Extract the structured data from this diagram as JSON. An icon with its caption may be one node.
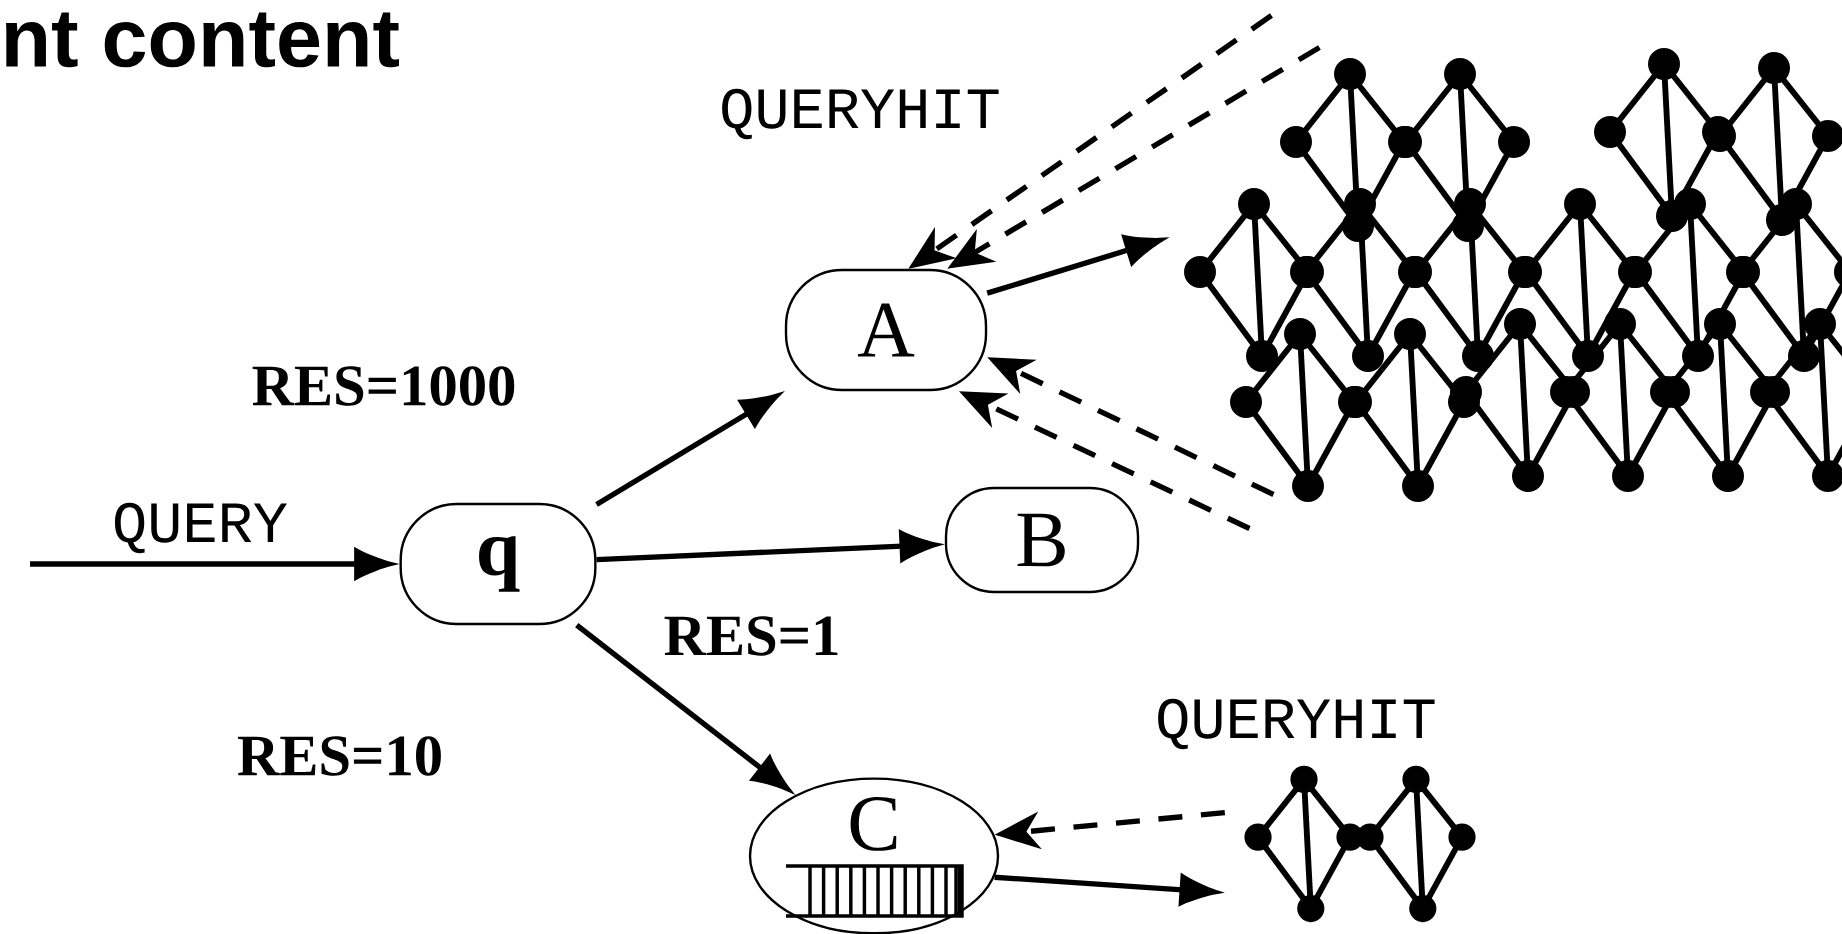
{
  "diagram": {
    "title": "nt content",
    "nodes": [
      {
        "text": [
          "q"
        ]
      },
      {
        "text": [
          "A"
        ]
      },
      {
        "text": [
          "B"
        ]
      },
      {
        "text": [
          "C"
        ]
      },
      {
        "text": [],
        "shape": "network"
      },
      {
        "text": [],
        "shape": "network"
      }
    ],
    "edges": [
      {
        "from": null,
        "to": 0,
        "arrow": "to",
        "label": "QUERY"
      },
      {
        "from": 0,
        "to": 1,
        "arrow": "to",
        "label": "RES=1000"
      },
      {
        "from": 0,
        "to": 2,
        "arrow": "to",
        "label": "RES=1"
      },
      {
        "from": 0,
        "to": 3,
        "arrow": "to",
        "label": "RES=10"
      },
      {
        "from": 1,
        "to": 4,
        "arrow": "to"
      },
      {
        "from": 4,
        "to": 1,
        "arrow": "to",
        "style": "dashed",
        "label": "QUERYHIT"
      },
      {
        "from": 4,
        "to": 1,
        "arrow": "to",
        "style": "dashed"
      },
      {
        "from": 4,
        "to": 1,
        "arrow": "to",
        "style": "dashed"
      },
      {
        "from": 4,
        "to": 1,
        "arrow": "to",
        "style": "dashed"
      },
      {
        "from": 3,
        "to": 5,
        "arrow": "to"
      },
      {
        "from": 5,
        "to": 3,
        "arrow": "to",
        "style": "dashed",
        "label": "QUERYHIT"
      }
    ]
  }
}
